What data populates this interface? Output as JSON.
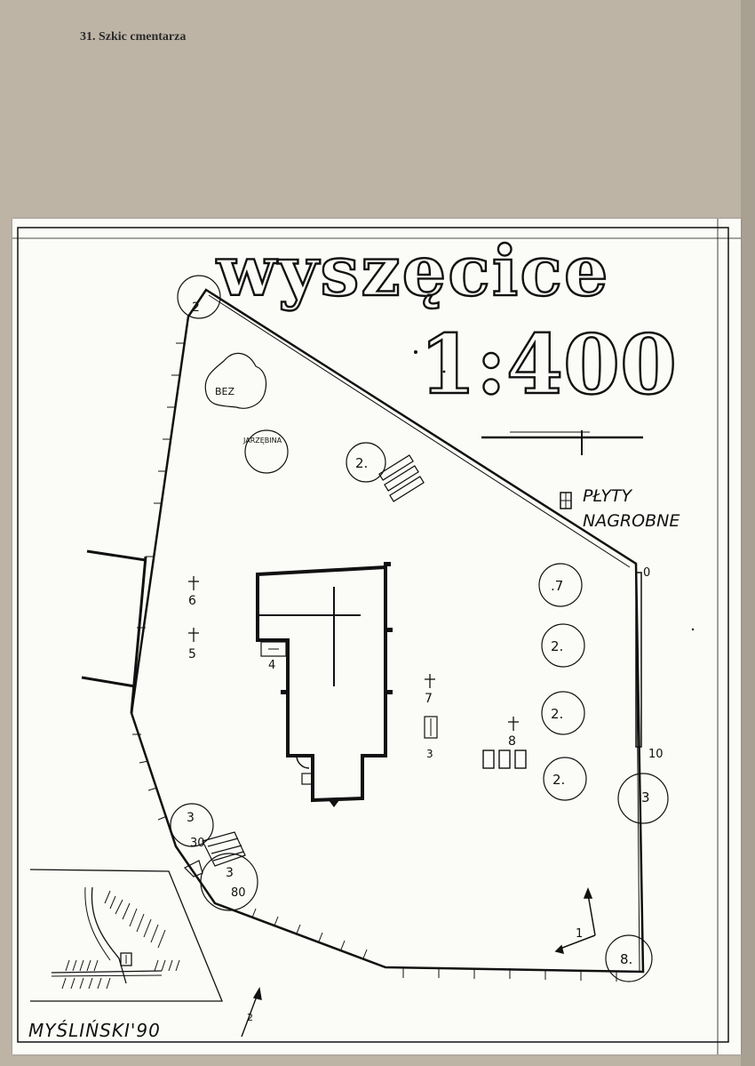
{
  "caption": "31. Szkic cmentarza",
  "map": {
    "title": "wyszęcice",
    "scale": "1:400",
    "legend": {
      "line1": "PŁYTY",
      "line2": "NAGROBNE"
    },
    "labels": {
      "bez": "BEZ",
      "jarzebina": "JARZĘBINA",
      "tree_2_top": "2",
      "tree_2_mid": "2.",
      "tree_7": ".7",
      "tree_2_r1": "2.",
      "tree_2_r2": "2.",
      "tree_2_r3": "2.",
      "tree_3_right": "3",
      "tree_8_corner": "8.",
      "tree_3_gate": "3",
      "tree_30_gate": "30",
      "tree_3_gate2": "3",
      "tree_80_gate": "80",
      "grave_6": "6",
      "grave_5": "5",
      "grave_4": "4",
      "grave_7": "7",
      "grave_3": "3",
      "grave_8": "8",
      "fence_10": "10",
      "fence_0": "0",
      "north_1": "1",
      "north_2": "2"
    },
    "signature": "MYŚLIŃSKI'90"
  }
}
